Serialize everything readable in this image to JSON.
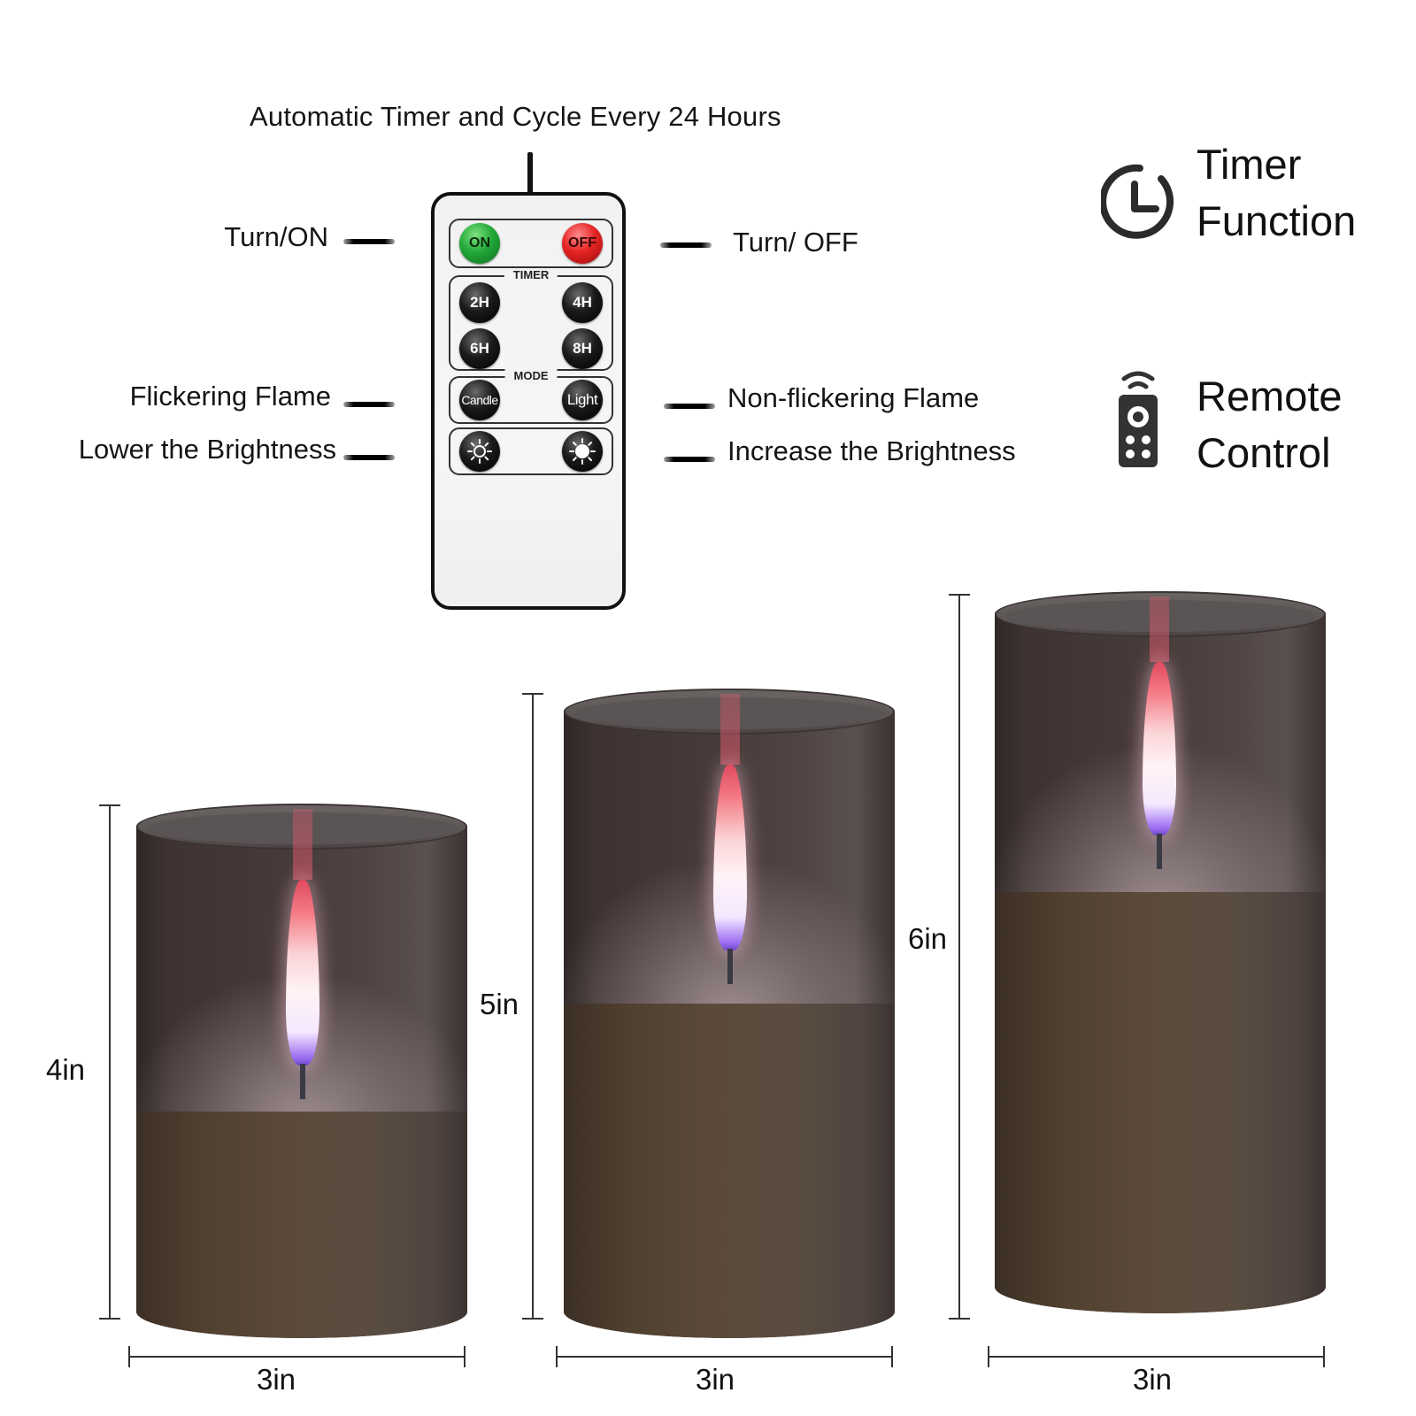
{
  "headline": "Automatic Timer and Cycle Every 24 Hours",
  "callouts": {
    "left": [
      {
        "key": "turn_on",
        "label": "Turn/ON"
      },
      {
        "key": "flickering",
        "label": "Flickering Flame"
      },
      {
        "key": "lower_brightness",
        "label": "Lower the Brightness"
      }
    ],
    "right": [
      {
        "key": "turn_off",
        "label": "Turn/ OFF"
      },
      {
        "key": "non_flickering",
        "label": "Non-flickering Flame"
      },
      {
        "key": "increase_brightness",
        "label": "Increase the Brightness"
      }
    ]
  },
  "remote": {
    "power": {
      "on": "ON",
      "off": "OFF"
    },
    "timer": {
      "label": "TIMER",
      "buttons": [
        "2H",
        "4H",
        "6H",
        "8H"
      ]
    },
    "mode": {
      "label": "MODE",
      "candle": "Candle",
      "light": "Light"
    },
    "brightness": {
      "lower_icon": "sun-outline-icon",
      "increase_icon": "sun-filled-icon"
    }
  },
  "features": [
    {
      "icon": "clock-icon",
      "line1": "Timer",
      "line2": "Function"
    },
    {
      "icon": "remote-control-icon",
      "line1": "Remote",
      "line2": "Control"
    }
  ],
  "candles": [
    {
      "height_label": "4in",
      "width_label": "3in"
    },
    {
      "height_label": "5in",
      "width_label": "3in"
    },
    {
      "height_label": "6in",
      "width_label": "3in"
    }
  ],
  "colors": {
    "on_button": "#22a93a",
    "off_button": "#e52424",
    "glass": "#463a38",
    "wax": "#5b4a3a",
    "flame_top": "#e04a5e",
    "flame_base": "#6c48c8"
  }
}
